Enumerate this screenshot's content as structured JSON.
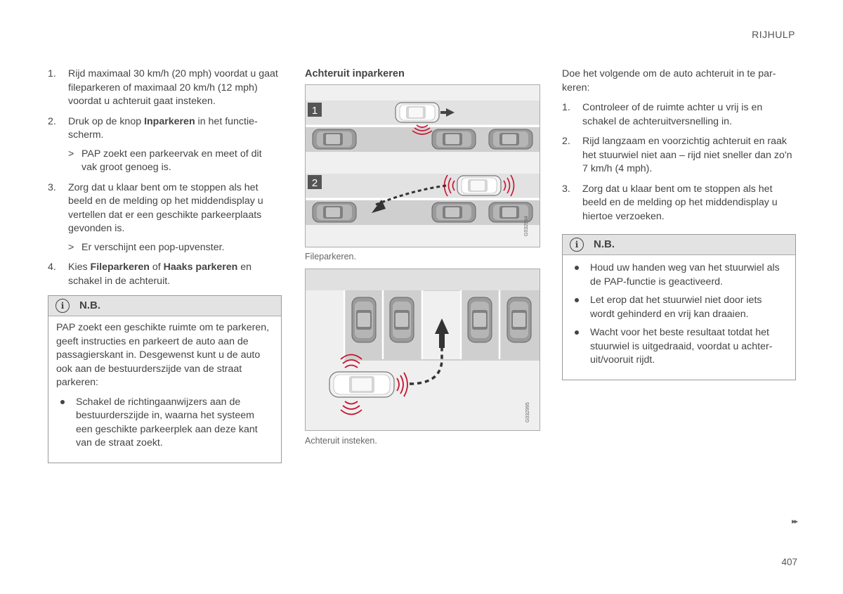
{
  "header": {
    "section": "RIJHULP",
    "page_number": "407",
    "next_marker": "▸▸"
  },
  "col1": {
    "steps": [
      {
        "num": "1.",
        "text": "Rijd maximaal 30 km/h (20 mph) voordat u gaat fileparkeren of maximaal 20 km/h (12 mph) voordat u achteruit gaat insteken."
      },
      {
        "num": "2.",
        "pre": "Druk op de knop ",
        "bold1": "Inparkeren",
        "post": " in het functie­scherm.",
        "sub": "PAP zoekt een parkeervak en meet of dit vak groot genoeg is."
      },
      {
        "num": "3.",
        "text": "Zorg dat u klaar bent om te stoppen als het beeld en de melding op het middendisplay u vertellen dat er een geschikte parkeerplaats gevonden is.",
        "sub": "Er verschijnt een pop-upvenster."
      },
      {
        "num": "4.",
        "pre": "Kies ",
        "bold1": "Fileparkeren",
        "mid": " of ",
        "bold2": "Haaks parkeren",
        "post": " en schakel in de achteruit."
      }
    ],
    "sub_marker": ">",
    "note": {
      "title": "N.B.",
      "icon": "info-icon",
      "text": "PAP zoekt een geschikte ruimte om te parke­ren, geeft instructies en parkeert de auto aan de passagierskant in. Desgewenst kunt u de auto ook aan de bestuurderszijde van de straat parkeren:",
      "bullets": [
        "Schakel de richtingaanwijzers aan de bestuurderszijde in, waarna het systeem een geschikte parkeerplek aan deze kant van de straat zoekt."
      ]
    }
  },
  "col2": {
    "heading": "Achteruit inparkeren",
    "fig1": {
      "label1": "1",
      "label2": "2",
      "code": "G032994",
      "caption": "Fileparkeren."
    },
    "fig2": {
      "code": "G032995",
      "caption": "Achteruit insteken."
    }
  },
  "col3": {
    "intro": "Doe het volgende om de auto achteruit in te par­keren:",
    "steps": [
      {
        "num": "1.",
        "text": "Controleer of de ruimte achter u vrij is en schakel de achteruitversnelling in."
      },
      {
        "num": "2.",
        "text": "Rijd langzaam en voorzichtig achteruit en raak het stuurwiel niet aan – rijd niet sneller dan zo'n 7 km/h (4 mph)."
      },
      {
        "num": "3.",
        "text": "Zorg dat u klaar bent om te stoppen als het beeld en de melding op het middendisplay u hiertoe verzoeken."
      }
    ],
    "note": {
      "title": "N.B.",
      "icon": "info-icon",
      "bullets": [
        "Houd uw handen weg van het stuurwiel als de PAP-functie is geactiveerd.",
        "Let erop dat het stuurwiel niet door iets wordt gehinderd en vrij kan draaien.",
        "Wacht voor het beste resultaat totdat het stuurwiel is uitgedraaid, voordat u achter­uit/vooruit rijdt."
      ]
    }
  },
  "colors": {
    "text": "#444444",
    "note_header": "#e3e3e3",
    "sensor_red": "#c8102e",
    "road_light": "#e8e8e8",
    "road_dark": "#cfcfcf"
  }
}
